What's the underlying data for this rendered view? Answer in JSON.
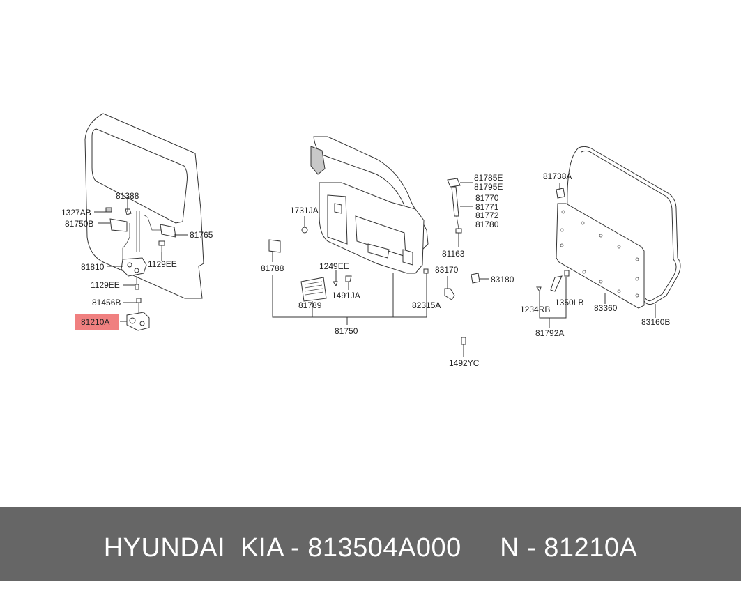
{
  "footer": {
    "text": "HYUNDAI  KIA - 813504A000     N - 81210A"
  },
  "highlight_color": "#f08080",
  "labels": {
    "p81388": "81388",
    "p1327AB": "1327AB",
    "p81750B": "81750B",
    "p81765": "81765",
    "p1129EE_a": "1129EE",
    "p81810": "81810",
    "p1129EE_b": "1129EE",
    "p81456B": "81456B",
    "p81210A": "81210A",
    "p1731JA": "1731JA",
    "p81788": "81788",
    "p1249EE": "1249EE",
    "p1491JA": "1491JA",
    "p81789": "81789",
    "p81750": "81750",
    "p81785E": "81785E",
    "p81795E": "81795E",
    "p81770": "81770",
    "p81771": "81771",
    "p81772": "81772",
    "p81780": "81780",
    "p81163": "81163",
    "p83170": "83170",
    "p82315A": "82315A",
    "p83180": "83180",
    "p1492YC": "1492YC",
    "p81738A": "81738A",
    "p1234RB": "1234RB",
    "p1350LB": "1350LB",
    "p83360": "83360",
    "p83160B": "83160B",
    "p81792A": "81792A"
  }
}
